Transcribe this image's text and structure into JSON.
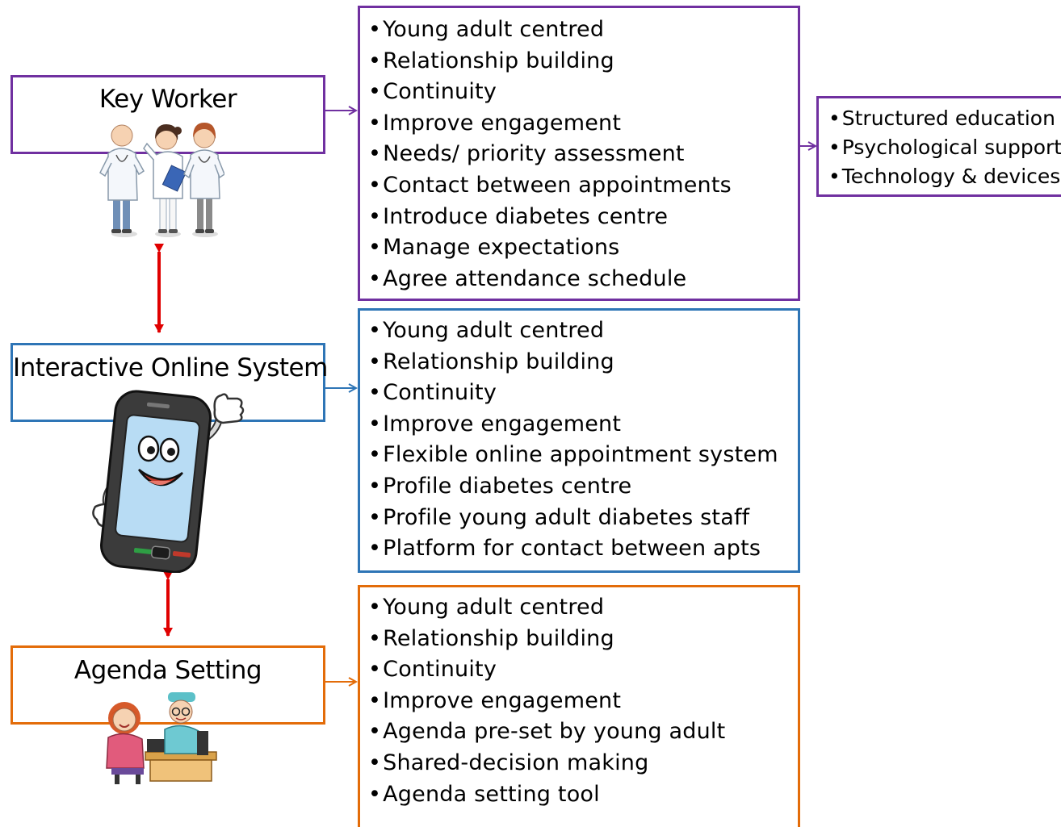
{
  "colors": {
    "purple": "#7030a0",
    "blue": "#2e75b6",
    "orange": "#e36c09",
    "red": "#e00000"
  },
  "left_boxes": [
    {
      "label": "Key Worker",
      "icon": "doctors-group-icon"
    },
    {
      "label": "Interactive Online System",
      "icon": "smartphone-character-icon"
    },
    {
      "label": "Agenda Setting",
      "icon": "patient-doctor-consultation-icon"
    }
  ],
  "key_worker_features": [
    "Young adult centred",
    "Relationship building",
    "Continuity",
    "Improve engagement",
    "Needs/ priority assessment",
    "Contact between appointments",
    "Introduce diabetes centre",
    "Manage expectations",
    "Agree attendance schedule"
  ],
  "online_system_features": [
    "Young adult centred",
    "Relationship building",
    "Continuity",
    "Improve engagement",
    "Flexible online appointment system",
    "Profile diabetes centre",
    "Profile young adult diabetes staff",
    "Platform for contact between apts"
  ],
  "agenda_features": [
    "Young adult centred",
    "Relationship building",
    "Continuity",
    "Improve engagement",
    "Agenda pre-set by young adult",
    "Shared-decision making",
    "Agenda setting tool"
  ],
  "support_features": [
    "Structured education",
    "Psychological support",
    "Technology & devices"
  ]
}
